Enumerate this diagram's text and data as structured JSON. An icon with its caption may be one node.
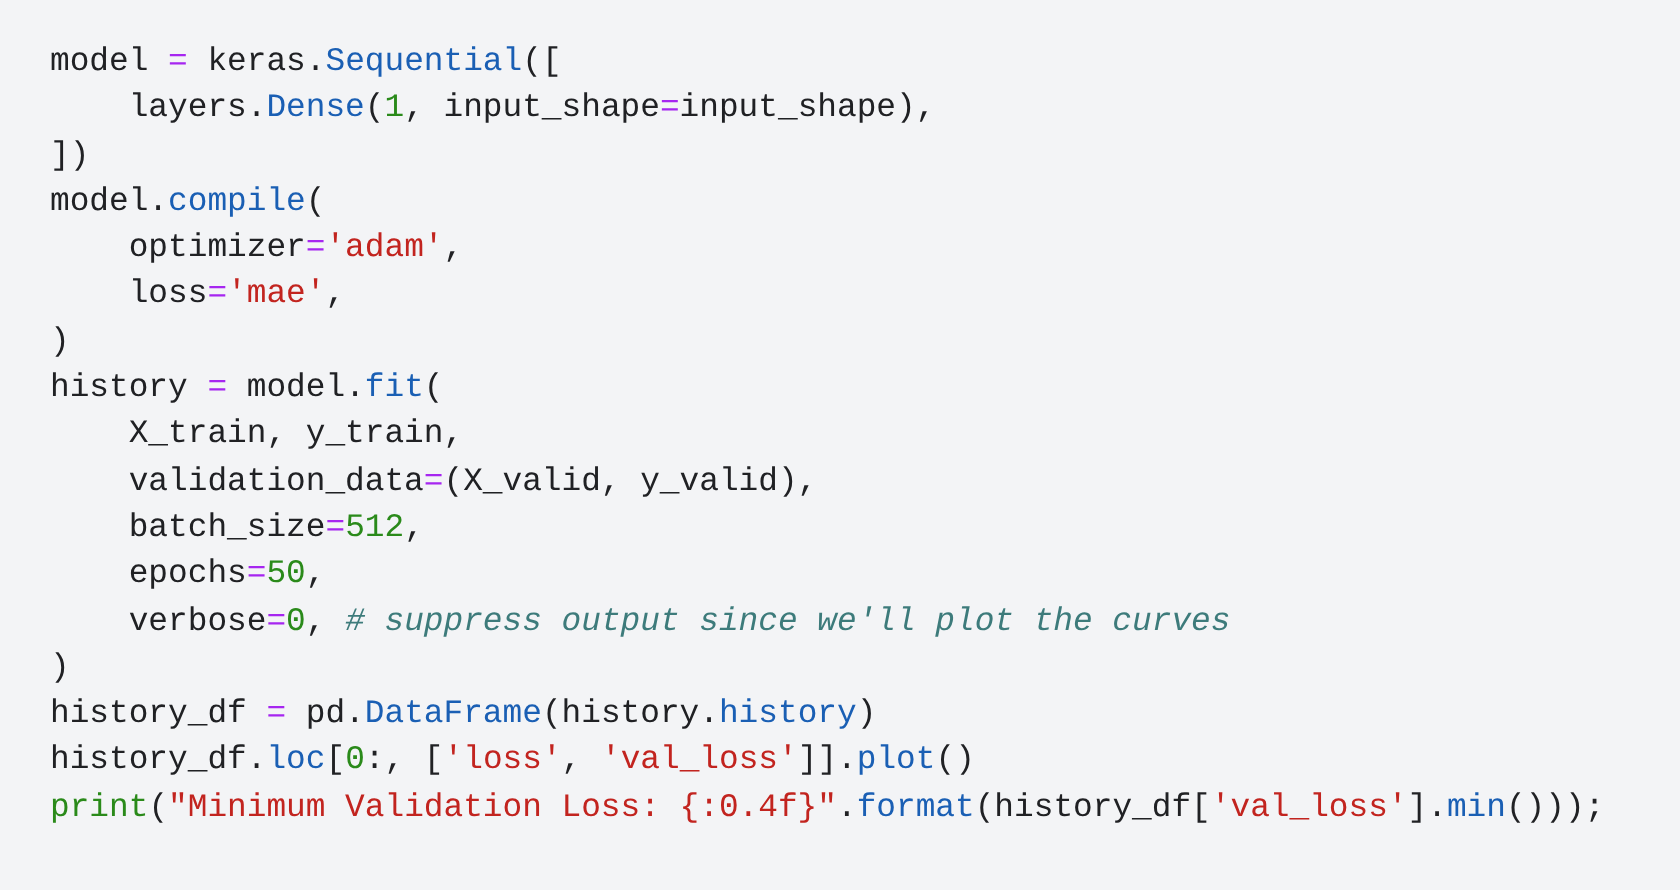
{
  "diagram": {
    "labels": [
      "model = keras.Sequential([",
      "    layers.Dense(1, input_shape=input_shape),",
      "])",
      "model.compile(",
      "    optimizer='adam',",
      "    loss='mae',",
      ")",
      "history = model.fit(",
      "    X_train, y_train,",
      "    validation_data=(X_valid, y_valid),",
      "    batch_size=512,",
      "    epochs=50,",
      "    verbose=0, # suppress output since we'll plot the curves",
      ")",
      "history_df = pd.DataFrame(history.history)",
      "history_df.loc[0:, ['loss', 'val_loss']].plot()",
      "print(\"Minimum Validation Loss: {:0.4f}\".format(history_df['val_loss'].min()));"
    ]
  }
}
